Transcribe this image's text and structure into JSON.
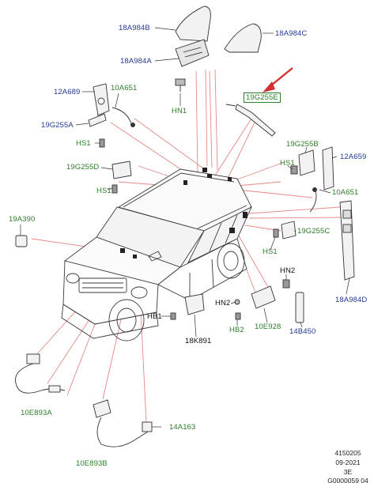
{
  "labels": {
    "l18A984B_top": "18A984B",
    "l18A984C": "18A984C",
    "l18A984A": "18A984A",
    "lHN1": "HN1",
    "l19G255E": "19G255E",
    "l12A689": "12A689",
    "l10A651_left": "10A651",
    "l19G255A": "19G255A",
    "lHS1_a": "HS1",
    "l19G255D": "19G255D",
    "lHS1_b": "HS1",
    "l19G255B": "19G255B",
    "lHS1_c": "HS1",
    "l12A659": "12A659",
    "l10A651_right": "10A651",
    "l19A390": "19A390",
    "l19G255C": "19G255C",
    "lHS1_d": "HS1",
    "l18A984D": "18A984D",
    "lHN2_a": "HN2",
    "lHN2_b": "HN2",
    "lHB1": "HB1",
    "lHB2": "HB2",
    "l10E928": "10E928",
    "l14B450": "14B450",
    "l18K891": "18K891",
    "l10E893A": "10E893A",
    "l14A163": "14A163",
    "l10E893B": "10E893B"
  },
  "footer": {
    "code": "4150205",
    "date": "09-2021",
    "rev": "3E",
    "cut": "G0000059 04"
  },
  "colors": {
    "blue_label": "#243b8f",
    "green_label": "#2f7d2a",
    "leader": "#e07a7a",
    "arrow": "#d32f2f",
    "line": "#333333"
  }
}
